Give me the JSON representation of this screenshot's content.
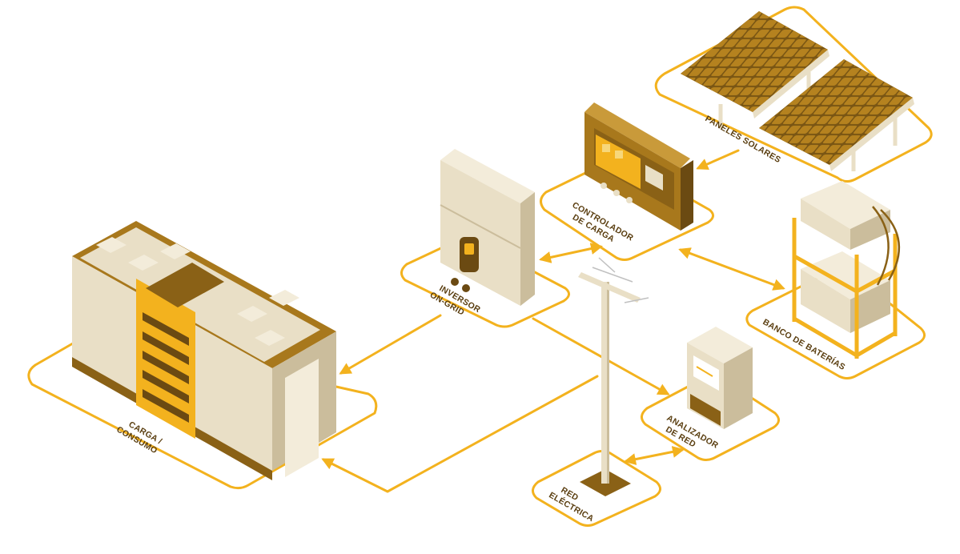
{
  "diagram": {
    "nodes": {
      "paneles": {
        "line1": "PANELES SOLARES"
      },
      "controlador": {
        "line1": "CONTROLADOR",
        "line2": "DE CARGA"
      },
      "inversor": {
        "line1": "INVERSOR",
        "line2": "ON-GRID"
      },
      "banco": {
        "line1": "BANCO DE BATERÍAS"
      },
      "carga": {
        "line1": "CARGA /",
        "line2": "CONSUMO"
      },
      "analizador": {
        "line1": "ANALIZADOR",
        "line2": "DE RED"
      },
      "red": {
        "line1": "RED",
        "line2": "ELÉCTRICA"
      }
    },
    "colors": {
      "accent": "#f3b21e",
      "brown": "#a8781c",
      "dark_brown": "#6b4a12",
      "cream": "#e9dfc6",
      "cream_light": "#f3ecda",
      "cream_dark": "#cbbd9c"
    }
  }
}
